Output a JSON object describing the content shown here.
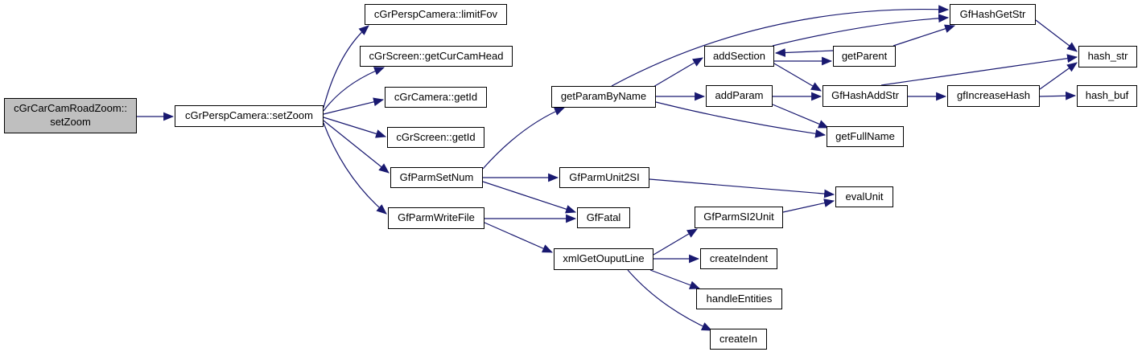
{
  "diagram": {
    "kind": "call-graph",
    "colors": {
      "edge": "#191970",
      "node_border": "#000000",
      "node_fill": "#ffffff",
      "highlight_fill": "#bfbfbf",
      "text": "#000000",
      "background": "#ffffff"
    },
    "nodes": [
      {
        "id": "root",
        "label": "cGrCarCamRoadZoom::setZoom",
        "lines": [
          "cGrCarCamRoadZoom::",
          "setZoom"
        ],
        "highlighted": true
      },
      {
        "id": "setZoom",
        "label": "cGrPerspCamera::setZoom"
      },
      {
        "id": "limitFov",
        "label": "cGrPerspCamera::limitFov"
      },
      {
        "id": "getCurCamHead",
        "label": "cGrScreen::getCurCamHead"
      },
      {
        "id": "cGrCameraGetId",
        "label": "cGrCamera::getId"
      },
      {
        "id": "cGrScreenGetId",
        "label": "cGrScreen::getId"
      },
      {
        "id": "GfParmSetNum",
        "label": "GfParmSetNum"
      },
      {
        "id": "GfParmWriteFile",
        "label": "GfParmWriteFile"
      },
      {
        "id": "getParamByName",
        "label": "getParamByName"
      },
      {
        "id": "GfParmUnit2SI",
        "label": "GfParmUnit2SI"
      },
      {
        "id": "GfFatal",
        "label": "GfFatal"
      },
      {
        "id": "xmlGetOuputLine",
        "label": "xmlGetOuputLine"
      },
      {
        "id": "addSection",
        "label": "addSection"
      },
      {
        "id": "addParam",
        "label": "addParam"
      },
      {
        "id": "getParent",
        "label": "getParent"
      },
      {
        "id": "GfHashAddStr",
        "label": "GfHashAddStr"
      },
      {
        "id": "GfHashGetStr",
        "label": "GfHashGetStr"
      },
      {
        "id": "gfIncreaseHash",
        "label": "gfIncreaseHash"
      },
      {
        "id": "hash_str",
        "label": "hash_str"
      },
      {
        "id": "hash_buf",
        "label": "hash_buf"
      },
      {
        "id": "getFullName",
        "label": "getFullName"
      },
      {
        "id": "evalUnit",
        "label": "evalUnit"
      },
      {
        "id": "GfParmSI2Unit",
        "label": "GfParmSI2Unit"
      },
      {
        "id": "createIndent",
        "label": "createIndent"
      },
      {
        "id": "handleEntities",
        "label": "handleEntities"
      },
      {
        "id": "createIn",
        "label": "createIn"
      }
    ],
    "edges": [
      {
        "from": "root",
        "to": "setZoom"
      },
      {
        "from": "setZoom",
        "to": "limitFov"
      },
      {
        "from": "setZoom",
        "to": "getCurCamHead"
      },
      {
        "from": "setZoom",
        "to": "cGrCameraGetId"
      },
      {
        "from": "setZoom",
        "to": "cGrScreenGetId"
      },
      {
        "from": "setZoom",
        "to": "GfParmSetNum"
      },
      {
        "from": "setZoom",
        "to": "GfParmWriteFile"
      },
      {
        "from": "GfParmSetNum",
        "to": "getParamByName"
      },
      {
        "from": "GfParmSetNum",
        "to": "GfParmUnit2SI"
      },
      {
        "from": "GfParmSetNum",
        "to": "GfFatal"
      },
      {
        "from": "GfParmWriteFile",
        "to": "GfFatal"
      },
      {
        "from": "GfParmWriteFile",
        "to": "xmlGetOuputLine"
      },
      {
        "from": "getParamByName",
        "to": "addSection"
      },
      {
        "from": "getParamByName",
        "to": "addParam"
      },
      {
        "from": "getParamByName",
        "to": "getFullName"
      },
      {
        "from": "getParamByName",
        "to": "GfHashGetStr"
      },
      {
        "from": "addSection",
        "to": "getParent"
      },
      {
        "from": "getParent",
        "to": "addSection"
      },
      {
        "from": "addSection",
        "to": "GfHashAddStr"
      },
      {
        "from": "addSection",
        "to": "GfHashGetStr"
      },
      {
        "from": "getParent",
        "to": "GfHashGetStr"
      },
      {
        "from": "addParam",
        "to": "GfHashAddStr"
      },
      {
        "from": "addParam",
        "to": "getFullName"
      },
      {
        "from": "GfHashAddStr",
        "to": "gfIncreaseHash"
      },
      {
        "from": "GfHashAddStr",
        "to": "hash_str"
      },
      {
        "from": "GfHashGetStr",
        "to": "hash_str"
      },
      {
        "from": "gfIncreaseHash",
        "to": "hash_str"
      },
      {
        "from": "gfIncreaseHash",
        "to": "hash_buf"
      },
      {
        "from": "GfParmUnit2SI",
        "to": "evalUnit"
      },
      {
        "from": "GfParmSI2Unit",
        "to": "evalUnit"
      },
      {
        "from": "xmlGetOuputLine",
        "to": "GfParmSI2Unit"
      },
      {
        "from": "xmlGetOuputLine",
        "to": "createIndent"
      },
      {
        "from": "xmlGetOuputLine",
        "to": "handleEntities"
      },
      {
        "from": "xmlGetOuputLine",
        "to": "createIn"
      }
    ]
  }
}
